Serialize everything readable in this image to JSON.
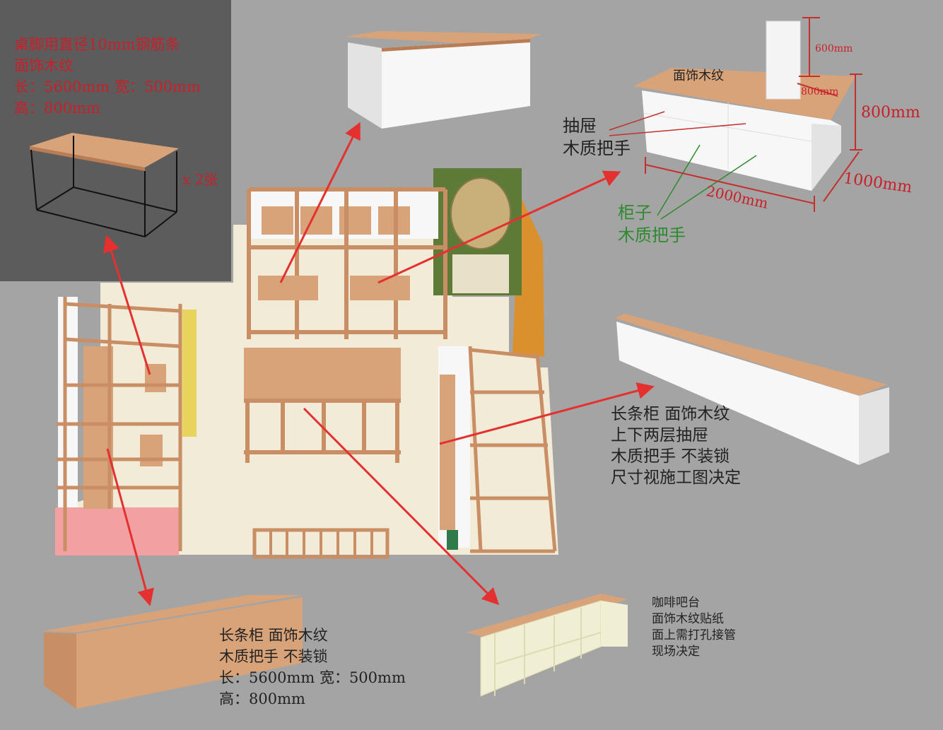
{
  "colors": {
    "background": "#a4a4a4",
    "panel": "#5c5c5c",
    "floor": "#f1ebd8",
    "wood": "#d9a37a",
    "wood_dark": "#b97d55",
    "white_cabinet": "#f7f7f7",
    "cabinet_shade": "#e3e3e3",
    "arrow_red": "#e53030",
    "annotation_red": "#c8202a",
    "dimension_red": "#c33030",
    "annotation_green": "#2e8a2e",
    "text_dark": "#222222",
    "pink_counter": "#f2a0a2",
    "orange_wall": "#d9902d",
    "green_booth": "#5d7a36",
    "cream_bar": "#f1efd3",
    "round_table": "#c9b078"
  },
  "icons": {
    "arrow": "arrow-icon",
    "multiply": "multiply-icon"
  },
  "table_spec": {
    "lines": [
      "桌脚用直径10mm钢筋条",
      "面饰木纹",
      "长：5600mm 宽：500mm",
      "高：800mm"
    ],
    "quantity": "x 2张"
  },
  "workbench": {
    "top_label": "面饰木纹",
    "drawer_label": "抽屉",
    "drawer_handle_label": "木质把手",
    "cabinet_label": "柜子",
    "cabinet_handle_label": "木质把手",
    "dims": {
      "panel_height": "600mm",
      "panel_width": "800mm",
      "height": "800mm",
      "depth": "1000mm",
      "length": "2000mm"
    }
  },
  "long_cabinet_right": {
    "lines": [
      "长条柜  面饰木纹",
      "上下两层抽屉",
      "木质把手 不装锁",
      "尺寸视施工图决定"
    ]
  },
  "long_cabinet_bottom": {
    "lines": [
      "长条柜  面饰木纹",
      "木质把手 不装锁",
      "长：5600mm 宽：500mm",
      "高：800mm"
    ]
  },
  "coffee_bar": {
    "lines": [
      "咖啡吧台",
      "面饰木纹贴纸",
      "面上需打孔接管",
      "现场决定"
    ]
  }
}
